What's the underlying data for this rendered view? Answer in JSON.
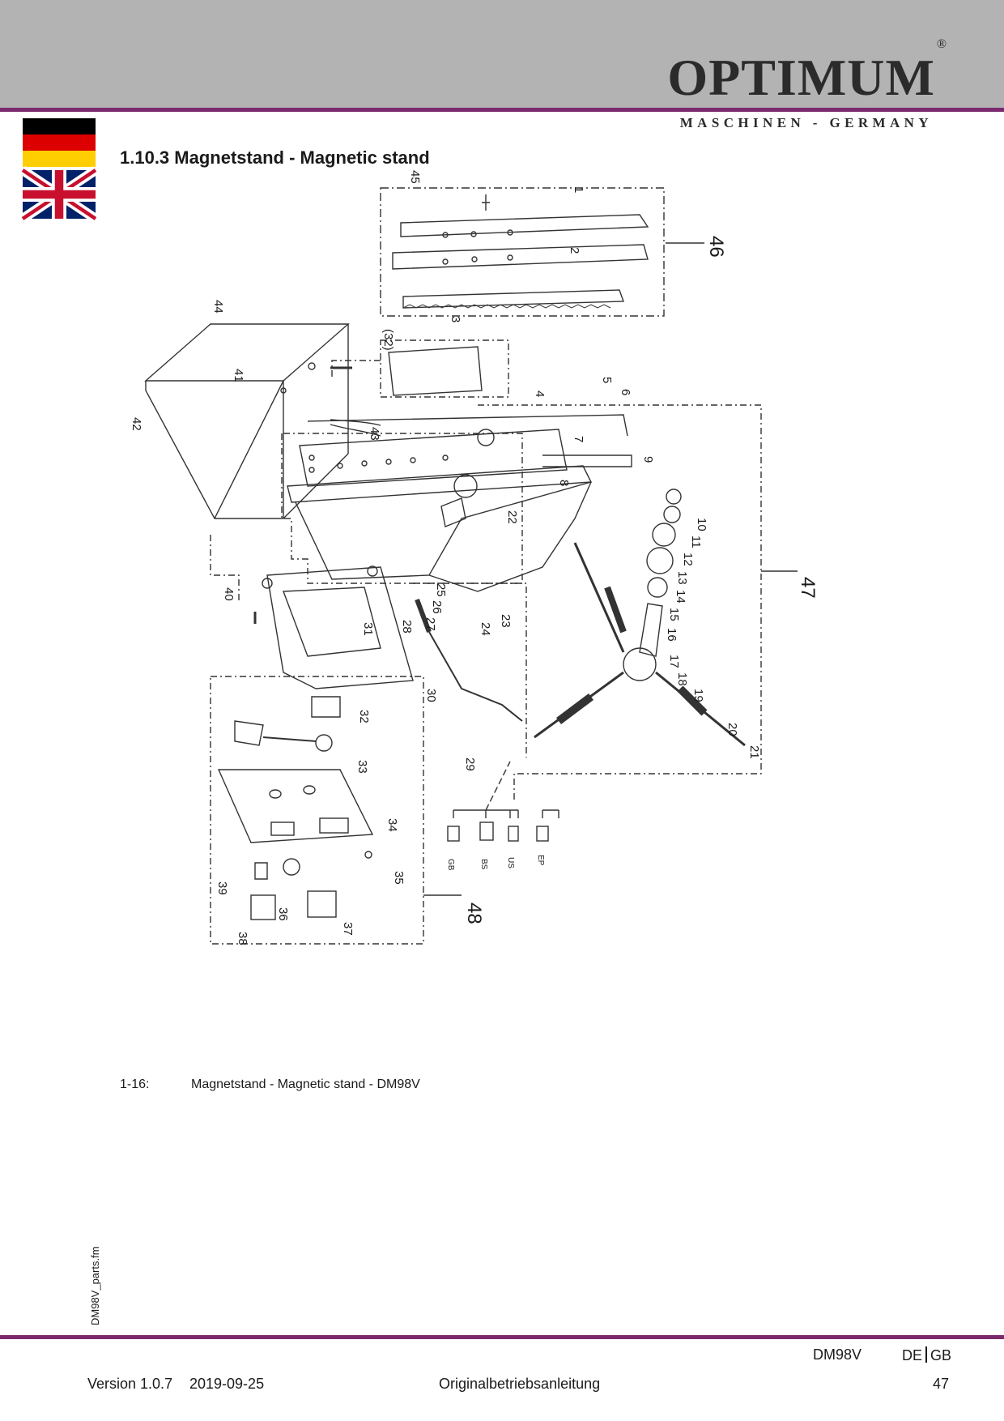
{
  "header": {
    "brand": "OPTIMUM",
    "registered_mark": "®",
    "tagline": "MASCHINEN - GERMANY"
  },
  "flags": {
    "de_colors": [
      "#000000",
      "#dd0000",
      "#ffce00"
    ],
    "gb_colors": [
      "#012169",
      "#ffffff",
      "#c8102e"
    ]
  },
  "section": {
    "title": "1.10.3 Magnetstand - Magnetic stand"
  },
  "diagram": {
    "part_labels": [
      "1",
      "2",
      "3",
      "(32)",
      "4",
      "5",
      "6",
      "7",
      "8",
      "9",
      "10",
      "11",
      "12",
      "13",
      "14",
      "15",
      "16",
      "17",
      "18",
      "19",
      "20",
      "21",
      "22",
      "23",
      "24",
      "25",
      "26",
      "27",
      "28",
      "29",
      "30",
      "31",
      "32",
      "33",
      "34",
      "35",
      "36",
      "37",
      "38",
      "39",
      "40",
      "41",
      "42",
      "43",
      "44",
      "45"
    ],
    "group_labels": [
      "46",
      "47",
      "48"
    ],
    "plug_labels": [
      "GB",
      "BS",
      "US",
      "EP"
    ]
  },
  "figure": {
    "number": "1-16:",
    "caption": "Magnetstand - Magnetic stand - DM98V"
  },
  "side": {
    "filename": "DM98V_parts.fm"
  },
  "footer": {
    "model": "DM98V",
    "lang_de": "DE",
    "lang_gb": "GB",
    "version": "Version 1.0.7",
    "date": "2019-09-25",
    "document": "Originalbetriebsanleitung",
    "page": "47"
  },
  "colors": {
    "accent_rule": "#7b2a6e",
    "header_band": "#b3b3b3"
  }
}
